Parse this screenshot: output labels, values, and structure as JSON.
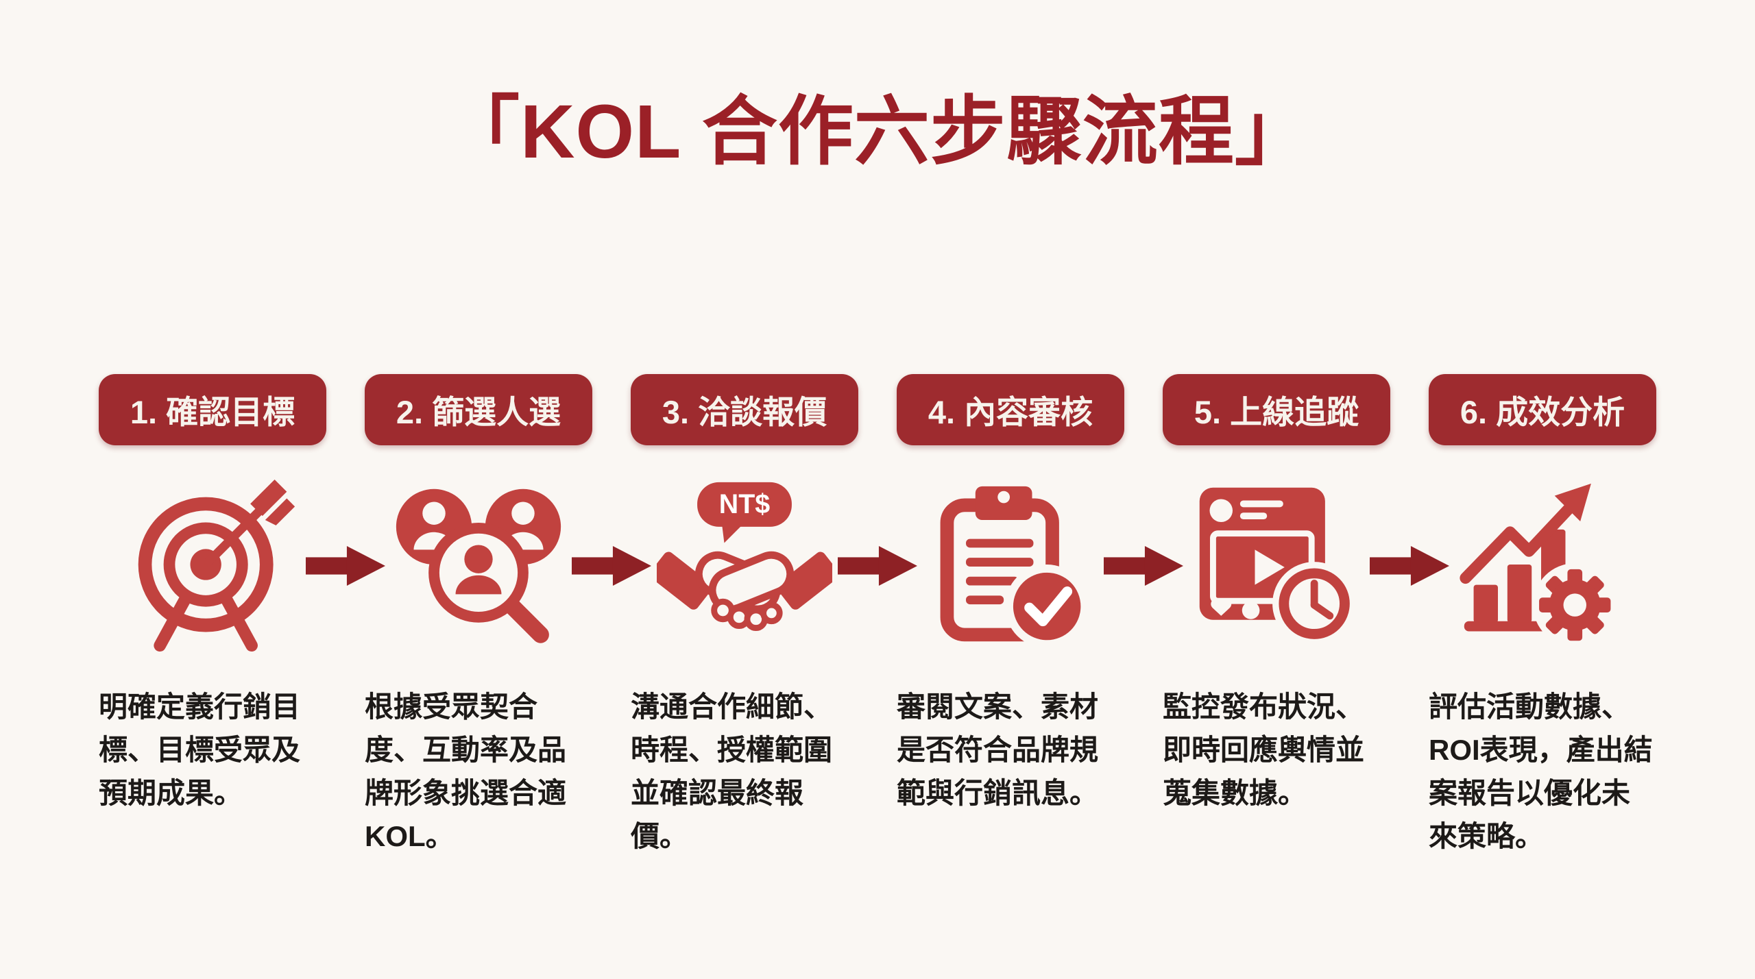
{
  "page": {
    "background_color": "#faf7f3",
    "kind": "KOL collaboration six-step process infographic"
  },
  "title": {
    "text": "「KOL 合作六步驟流程」",
    "color": "#9b2027"
  },
  "colors": {
    "badge_background": "#9e2b2f",
    "badge_text": "#f7f3ec",
    "icon_red": "#c1423f",
    "arrow_red": "#8e2125",
    "body_text": "#1d1a18"
  },
  "connector": {
    "icon": "right-arrow-icon",
    "count": 5
  },
  "steps": [
    {
      "badge": "1. 確認目標",
      "icon": "target-arrow-icon",
      "description": "明確定義行銷目標、目標受眾及預期成果。"
    },
    {
      "badge": "2. 篩選人選",
      "icon": "people-search-icon",
      "description": "根據受眾契合度、互動率及品牌形象挑選合適KOL。"
    },
    {
      "badge": "3. 洽談報價",
      "icon": "handshake-money-icon",
      "icon_bubble_text": "NT$",
      "description": "溝通合作細節、時程、授權範圍並確認最終報價。"
    },
    {
      "badge": "4. 內容審核",
      "icon": "clipboard-check-icon",
      "description": "審閱文案、素材是否符合品牌規範與行銷訊息。"
    },
    {
      "badge": "5. 上線追蹤",
      "icon": "social-post-clock-icon",
      "description": "監控發布狀況、即時回應輿情並蒐集數據。"
    },
    {
      "badge": "6. 成效分析",
      "icon": "chart-growth-gear-icon",
      "description": "評估活動數據、ROI表現，產出結案報告以優化未來策略。"
    }
  ]
}
